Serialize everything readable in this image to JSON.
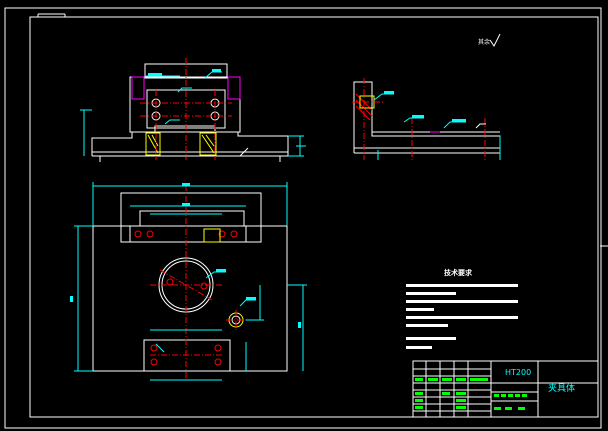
{
  "drawing": {
    "roughness_mark": "其余",
    "tech_requirements_title": "技术要求",
    "material": "HT200",
    "part_name": "夹具体"
  },
  "colors": {
    "background": "#000000",
    "outline": "#ffffff",
    "dimension": "#00ffff",
    "centerline": "#ff0000",
    "section": "#ffff00",
    "text_green": "#00ff00",
    "annotation_magenta": "#ff00ff"
  }
}
